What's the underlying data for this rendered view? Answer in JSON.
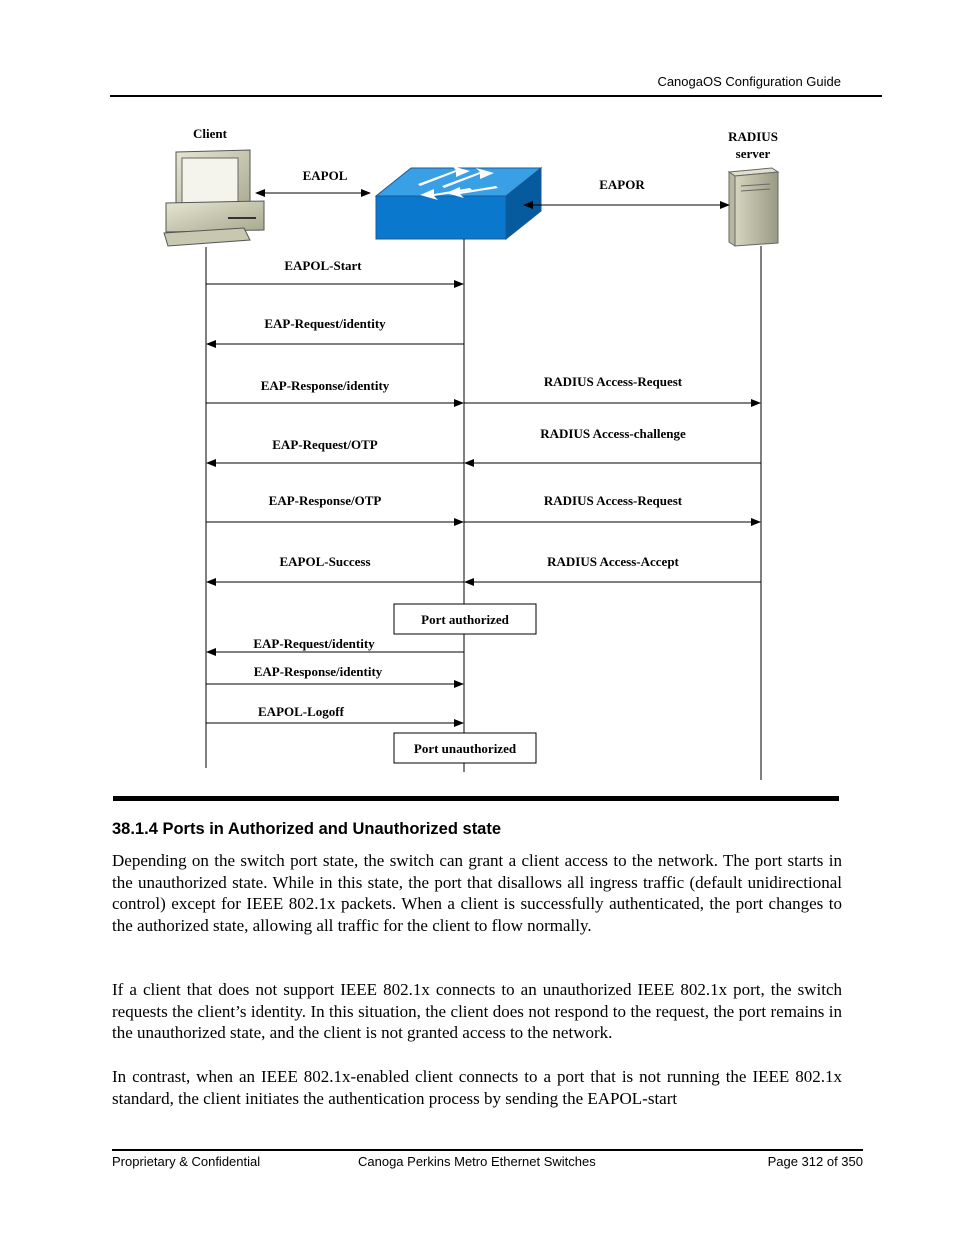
{
  "header": {
    "title": "CanogaOS Configuration Guide"
  },
  "diagram": {
    "client_label": "Client",
    "server_label_line1": "RADIUS",
    "server_label_line2": "server",
    "eapol_label": "EAPOL",
    "eapor_label": "EAPOR",
    "messages": [
      "EAPOL-Start",
      "EAP-Request/identity",
      "EAP-Response/identity",
      "RADIUS Access-Request",
      "EAP-Request/OTP",
      "RADIUS Access-challenge",
      "EAP-Response/OTP",
      "RADIUS Access-Request",
      "EAPOL-Success",
      "RADIUS Access-Accept",
      "EAP-Request/identity",
      "EAP-Response/identity",
      "EAPOL-Logoff"
    ],
    "port_authorized": "Port authorized",
    "port_unauthorized": "Port unauthorized"
  },
  "section": {
    "heading": "38.1.4 Ports in Authorized and Unauthorized state",
    "paragraphs": [
      "Depending on the switch port state, the switch can grant a client access to the network. The port starts in the unauthorized state. While in this state, the port that disallows all ingress traffic (default unidirectional control) except for IEEE 802.1x packets. When a client is successfully authenticated, the port changes to the authorized state, allowing all traffic for the client to flow normally.",
      "If a client that does not support IEEE 802.1x connects to an unauthorized IEEE 802.1x port, the switch requests the client’s identity. In this situation, the client does not respond to the request, the port remains in the unauthorized state, and the client is not granted access to the network.",
      "In contrast, when an IEEE 802.1x-enabled client connects to a port that is not running the IEEE 802.1x standard, the client initiates the authentication process by sending the EAPOL-start"
    ]
  },
  "footer": {
    "left": "Proprietary & Confidential",
    "center": "Canoga Perkins Metro Ethernet Switches",
    "right": "Page 312 of 350"
  }
}
